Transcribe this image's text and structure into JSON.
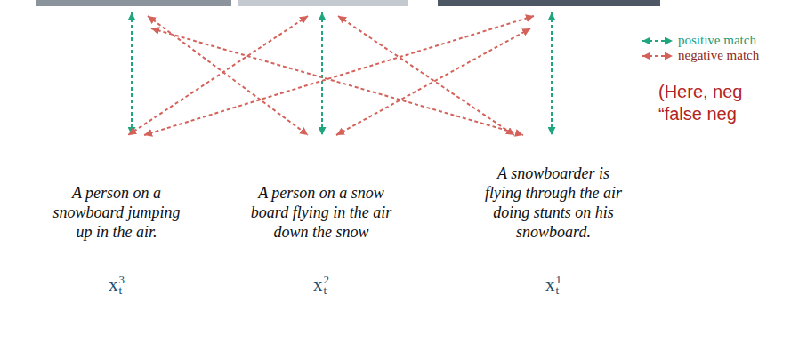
{
  "diagram": {
    "nodes": [
      {
        "text": []
      },
      {
        "text": []
      },
      {
        "text": []
      },
      {
        "text": [
          "A person on a snowboard jumping up in the air.",
          "x",
          "t",
          "3"
        ]
      },
      {
        "text": [
          "A person on a snow board flying in the air down the snow",
          "x",
          "t",
          "2"
        ]
      },
      {
        "text": [
          "A snowboarder is flying through the air doing stunts on his snowboard.",
          "x",
          "t",
          "1"
        ]
      }
    ],
    "edges": [
      {
        "from": 0,
        "to": 3,
        "arrow": "both"
      },
      {
        "from": 1,
        "to": 4,
        "arrow": "both"
      },
      {
        "from": 2,
        "to": 5,
        "arrow": "both"
      },
      {
        "from": 0,
        "to": 4,
        "arrow": "both"
      },
      {
        "from": 0,
        "to": 5,
        "arrow": "both"
      },
      {
        "from": 1,
        "to": 3,
        "arrow": "both"
      },
      {
        "from": 1,
        "to": 5,
        "arrow": "both"
      },
      {
        "from": 2,
        "to": 3,
        "arrow": "both"
      },
      {
        "from": 2,
        "to": 4,
        "arrow": "both"
      }
    ],
    "labels": [
      "(Here, neg",
      "“false neg"
    ],
    "legend": [
      {
        "text": "positive match"
      },
      {
        "text": "negative match"
      }
    ]
  }
}
